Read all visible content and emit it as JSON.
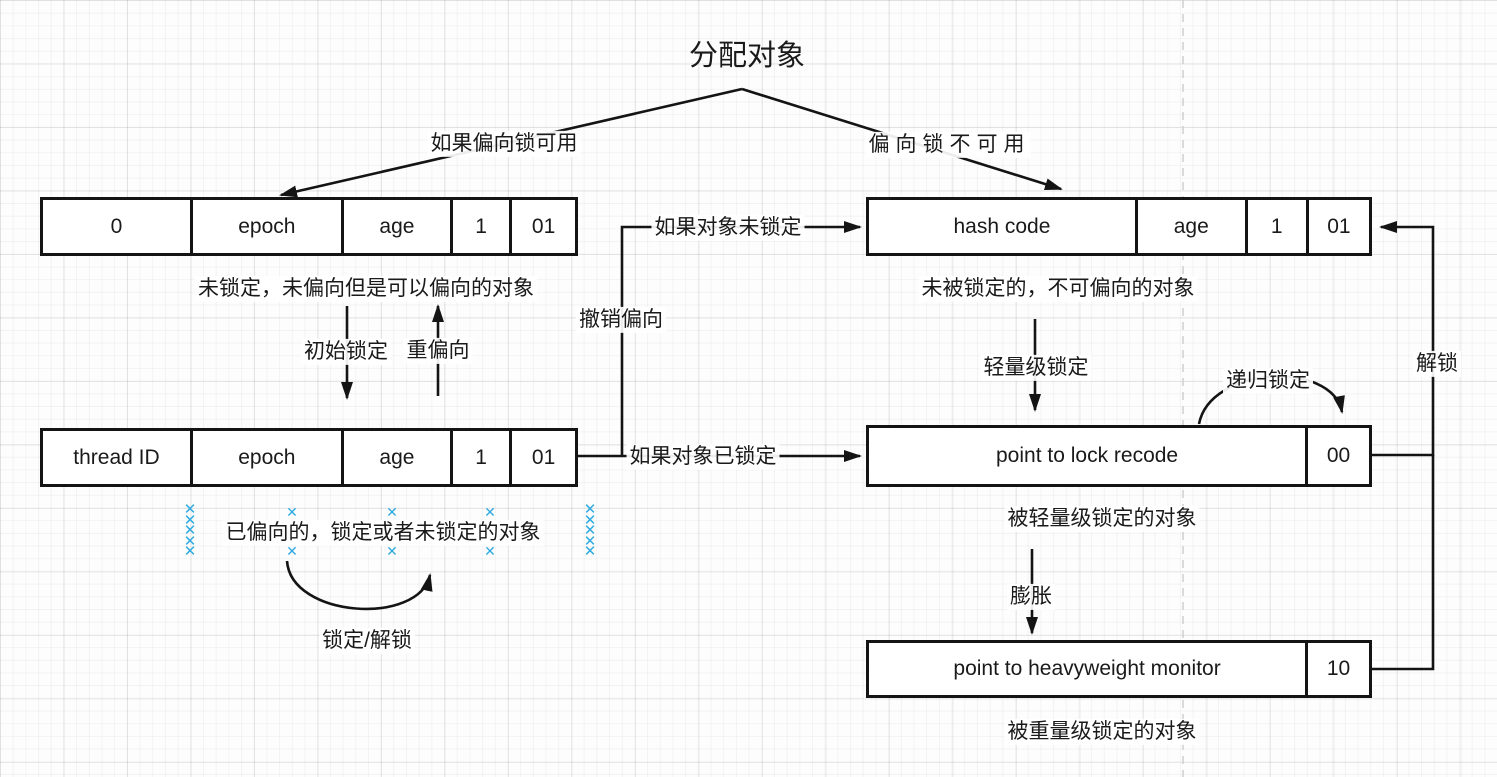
{
  "diagram": {
    "title": "分配对象"
  },
  "boxes": {
    "unlocked_biasable": {
      "cells": [
        "0",
        "epoch",
        "age",
        "1",
        "01"
      ],
      "caption": "未锁定，未偏向但是可以偏向的对象"
    },
    "biased": {
      "cells": [
        "thread ID",
        "epoch",
        "age",
        "1",
        "01"
      ],
      "caption": "已偏向的，锁定或者未锁定的对象"
    },
    "unlocked_unbiasable": {
      "cells": [
        "hash code",
        "age",
        "1",
        "01"
      ],
      "caption": "未被锁定的，不可偏向的对象"
    },
    "lightweight_locked": {
      "cells": [
        "point to lock recode",
        "00"
      ],
      "caption": "被轻量级锁定的对象"
    },
    "heavyweight_locked": {
      "cells": [
        "point to heavyweight monitor",
        "10"
      ],
      "caption": "被重量级锁定的对象"
    }
  },
  "edges": {
    "bias_available": "如果偏向锁可用",
    "bias_unavailable": "偏向锁不可用",
    "initial_lock": "初始锁定",
    "rebias": "重偏向",
    "revoke_bias": "撤销偏向",
    "if_object_unlocked": "如果对象未锁定",
    "if_object_locked": "如果对象已锁定",
    "lightweight_lock": "轻量级锁定",
    "recursive_lock": "递归锁定",
    "unlock": "解锁",
    "inflate": "膨胀",
    "lock_unlock": "锁定/解锁"
  },
  "decoration": {
    "selection_marker": "✕",
    "selection_color": "#2EAAE1",
    "line_color": "#1a1a1a",
    "page_break_color": "#cfcfcf"
  }
}
